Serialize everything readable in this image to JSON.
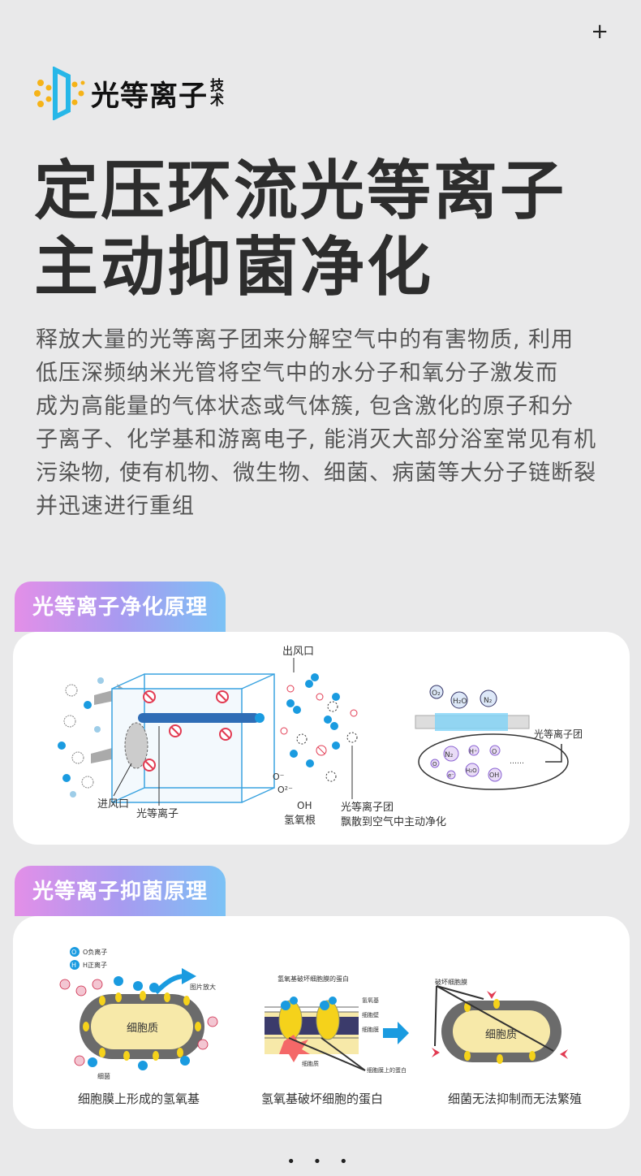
{
  "header": {
    "close_glyph": "+"
  },
  "brand": {
    "name": "光等离子",
    "sub_top": "技",
    "sub_bottom": "术"
  },
  "headline": {
    "line1": "定压环流光等离子",
    "line2": "主动抑菌净化"
  },
  "description": {
    "lines": [
      "释放大量的光等离子团来分解空气中的有害物质, 利用",
      "低压深频纳米光管将空气中的水分子和氧分子激发而",
      "成为高能量的气体状态或气体簇, 包含激化的原子和分",
      "子离子、化学基和游离电子, 能消灭大部分浴室常见有机",
      "污染物, 使有机物、微生物、细菌、病菌等大分子链断裂",
      "并迅速进行重组"
    ]
  },
  "section1": {
    "title": "光等离子净化原理",
    "labels": {
      "outlet": "出风口",
      "inlet": "进风口",
      "plasma": "光等离子",
      "oh": "OH",
      "hydroxyl": "氢氧根",
      "o_minus": "O⁻",
      "o2_minus": "O²⁻",
      "cluster_line1": "光等离子团",
      "cluster_line2": "飘散到空气中主动净化",
      "cluster_side": "光等离子团",
      "o2": "O₂",
      "h2o": "H₂O",
      "n2": "N₂",
      "n2b": "N₂",
      "hplus": "H⁺",
      "o": "O",
      "o_small": "O",
      "e": "e⁻",
      "h2o_b": "H₂O",
      "oh_b": "OH",
      "ellipsis": "……"
    }
  },
  "section2": {
    "title": "光等离子抑菌原理",
    "legend": {
      "o_label": "O负离子",
      "h_label": "H正离子",
      "o": "O",
      "h": "H"
    },
    "diagram1": {
      "core": "细胞质",
      "zoom": "图片放大",
      "bacteria": "细菌",
      "caption": "细胞膜上形成的氢氧基"
    },
    "diagram2": {
      "title": "氢氧基破坏细胞膜的蛋白",
      "tag1": "氢氧基",
      "tag2": "细胞壁",
      "tag3": "细胞膜",
      "tag4": "细胞质",
      "tag5": "细胞膜上的蛋白",
      "caption": "氢氧基破坏细胞的蛋白"
    },
    "diagram3": {
      "title": "破坏细胞膜",
      "core": "细胞质",
      "caption": "细菌无法抑制而无法繁殖"
    }
  },
  "pager": {
    "dots": "• • •"
  },
  "colors": {
    "accent_blue": "#1a9be0",
    "icon_blue": "#27b7e8",
    "icon_yellow": "#f5b318",
    "cell_yellow": "#f7e9a9",
    "bacteria_red": "#e23b52"
  }
}
